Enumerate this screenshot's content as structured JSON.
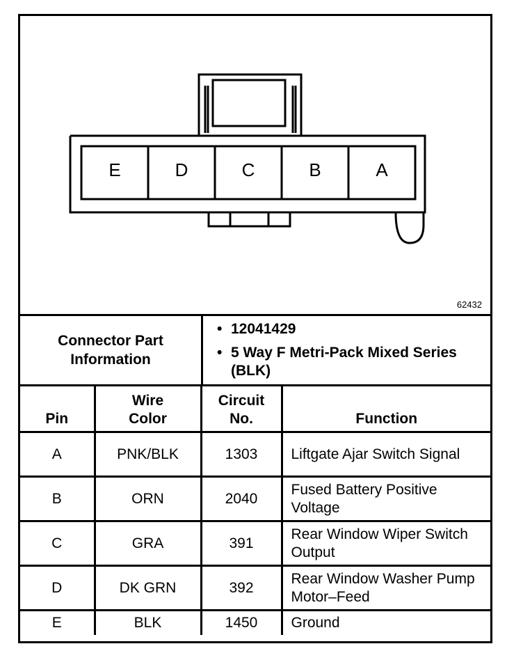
{
  "diagram": {
    "figure_id": "62432",
    "pin_labels": [
      "E",
      "D",
      "C",
      "B",
      "A"
    ]
  },
  "connector_info": {
    "label": "Connector Part Information",
    "part_number": "12041429",
    "description": "5 Way F Metri-Pack Mixed Series (BLK)"
  },
  "table": {
    "headers": {
      "pin": "Pin",
      "wire_color": "Wire Color",
      "circuit_no": "Circuit No.",
      "function": "Function"
    },
    "rows": [
      {
        "pin": "A",
        "wire_color": "PNK/BLK",
        "circuit": "1303",
        "function": "Liftgate Ajar Switch Signal"
      },
      {
        "pin": "B",
        "wire_color": "ORN",
        "circuit": "2040",
        "function": "Fused Battery Positive Voltage"
      },
      {
        "pin": "C",
        "wire_color": "GRA",
        "circuit": "391",
        "function": "Rear Window Wiper Switch Output"
      },
      {
        "pin": "D",
        "wire_color": "DK GRN",
        "circuit": "392",
        "function": "Rear Window Washer Pump Motor–Feed"
      },
      {
        "pin": "E",
        "wire_color": "BLK",
        "circuit": "1450",
        "function": "Ground"
      }
    ]
  }
}
